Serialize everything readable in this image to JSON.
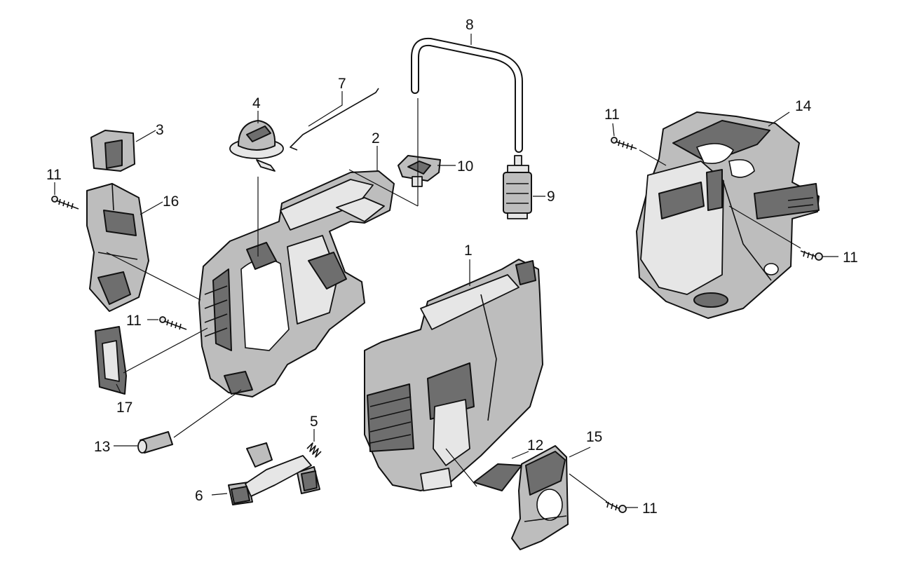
{
  "callouts": [
    "1",
    "2",
    "3",
    "4",
    "5",
    "6",
    "7",
    "8",
    "9",
    "10",
    "11",
    "11",
    "11",
    "11",
    "11",
    "12",
    "13",
    "14",
    "15",
    "16",
    "17"
  ],
  "colors": {
    "line": "#111111",
    "shade": "#bdbdbd",
    "dark": "#6e6e6e",
    "background": "#ffffff"
  }
}
